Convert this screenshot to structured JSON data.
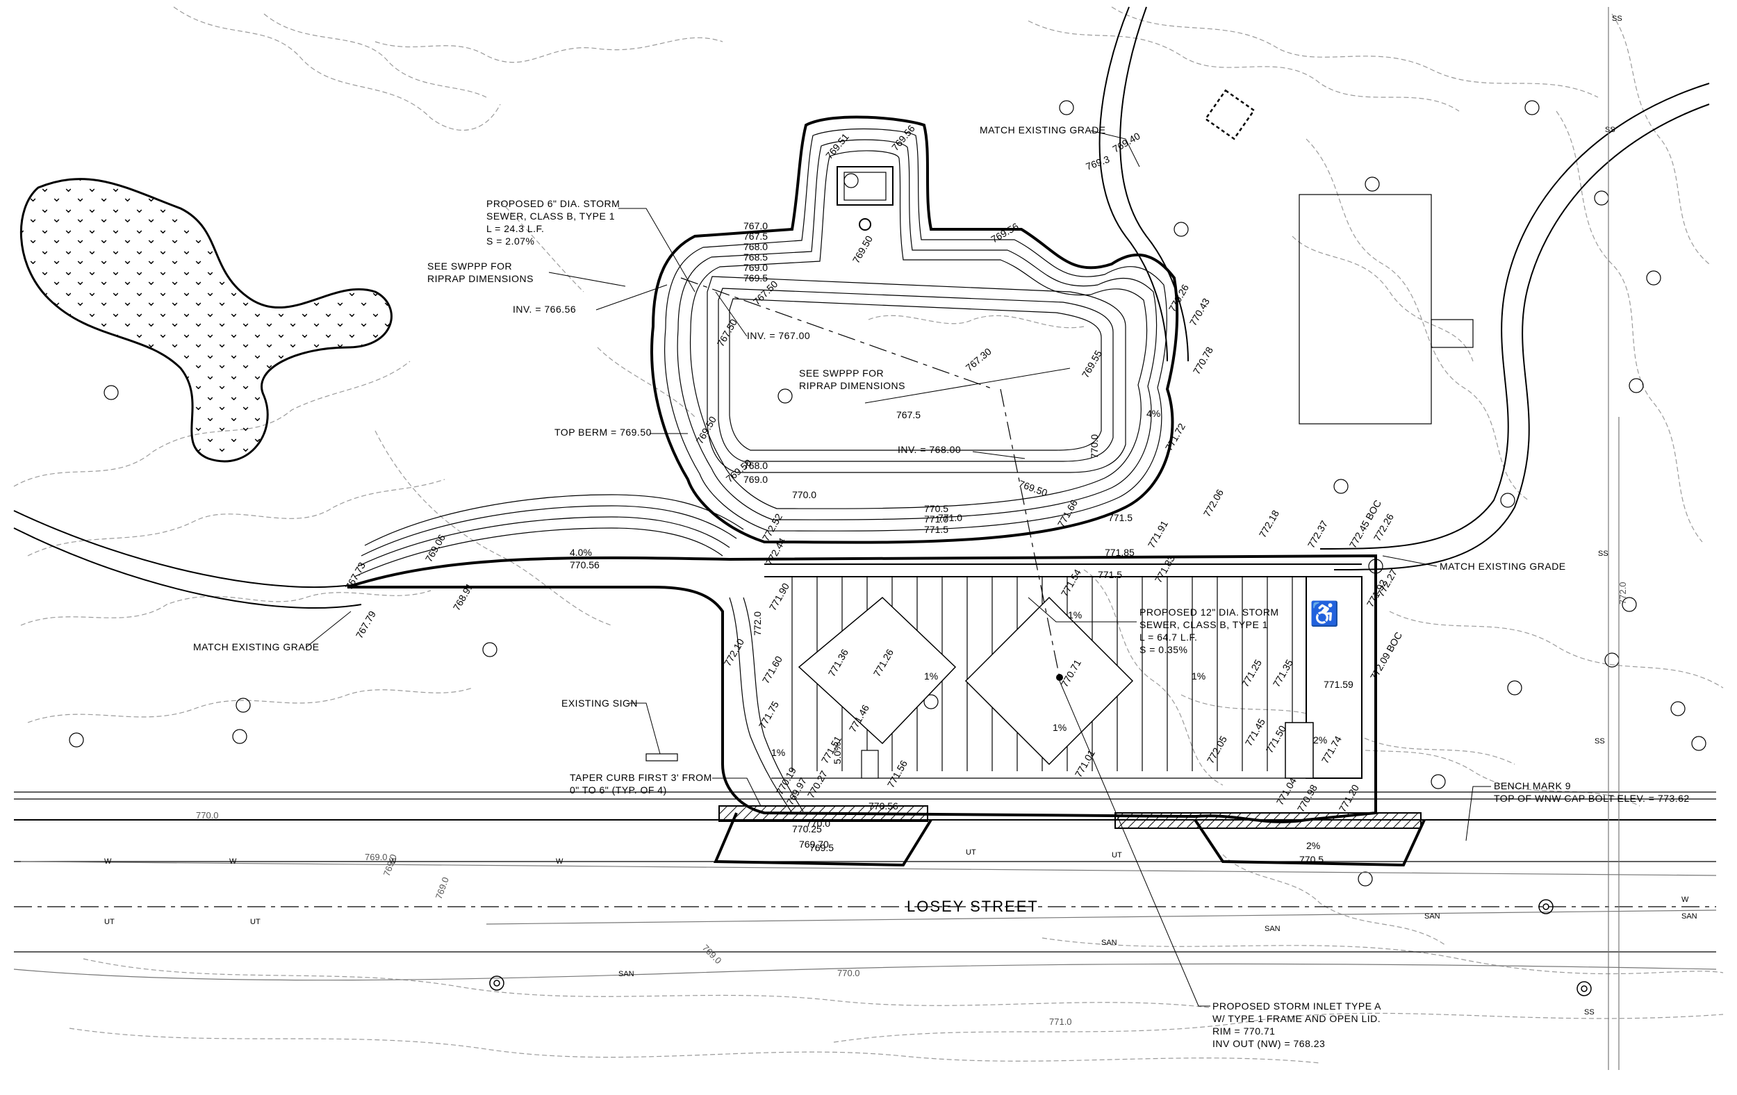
{
  "street_name": "LOSEY STREET",
  "notes": {
    "storm_6": [
      "PROPOSED 6\" DIA. STORM",
      "SEWER, CLASS B, TYPE 1",
      "L = 24.3 L.F.",
      "S = 2.07%"
    ],
    "swppp_1": [
      "SEE SWPPP FOR",
      "RIPRAP DIMENSIONS"
    ],
    "inv_1": "INV. = 766.56",
    "inv_2": "INV. = 767.00",
    "swppp_2": [
      "SEE SWPPP FOR",
      "RIPRAP DIMENSIONS"
    ],
    "top_berm": "TOP BERM = 769.50",
    "inv_3": "INV. = 768.00",
    "match_existing_top": "MATCH EXISTING GRADE",
    "match_existing_right": "MATCH EXISTING GRADE",
    "match_existing_left": "MATCH EXISTING GRADE",
    "storm_12": [
      "PROPOSED 12\" DIA. STORM",
      "SEWER, CLASS B, TYPE 1",
      "L = 64.7 L.F.",
      "S = 0.35%"
    ],
    "existing_sign": "EXISTING SIGN",
    "taper_curb": [
      "TAPER CURB FIRST 3' FROM",
      "0\" TO 6\" (TYP. OF 4)"
    ],
    "bench_mark": [
      "BENCH MARK 9",
      "TOP OF WNW CAP BOLT ELEV. = 773.62"
    ],
    "inlet": [
      "PROPOSED STORM INLET TYPE A",
      "W/ TYPE 1 FRAME AND OPEN LID.",
      "RIM = 770.71",
      "INV OUT (NW) = 768.23"
    ]
  },
  "spot_elevations": {
    "s1": "769.51",
    "s2": "769.56",
    "s3": "769.50",
    "s4": "769.56",
    "s5": "769.40",
    "s6": "769.3",
    "s7": "767.50",
    "s8": "767.50",
    "s9": "767.30",
    "s10": "769.50",
    "s11": "769.50",
    "s12": "769.50",
    "s13": "769.55",
    "s14": "770.78",
    "s15": "770.43",
    "s16": "770.26",
    "s17": "771.72",
    "s18": "772.06",
    "s19": "772.18",
    "s20": "772.37",
    "s21": "772.45 BOC",
    "s22": "772.26",
    "s23": "772.27",
    "s24": "771.92",
    "s25": "772.09 BOC",
    "s26": "771.85",
    "s27": "771.91",
    "s28": "771.83",
    "s29": "771.54",
    "s30": "771.66",
    "s31": "772.52",
    "s32": "772.44",
    "s33": "771.90",
    "s34": "772.10",
    "s35": "771.60",
    "s36": "771.75",
    "s37": "771.36",
    "s38": "771.26",
    "s39": "771.46",
    "s40": "771.51",
    "s41": "771.56",
    "s42": "771.25",
    "s43": "771.35",
    "s44": "771.45",
    "s45": "771.50",
    "s46": "771.59",
    "s47": "771.74",
    "s48": "770.71",
    "s49": "771.01",
    "s50": "772.05",
    "s51": "771.04",
    "s52": "770.98",
    "s53": "771.20",
    "s54": "770.19",
    "s55": "769.97",
    "s56": "770.27",
    "s57": "770.56",
    "s58": "767.73",
    "s59": "767.79",
    "s60": "768.91",
    "s61": "769.06",
    "s62": "770.56",
    "s63": "770.25",
    "s64": "769.70",
    "s65": "769.5",
    "s66": "770.5",
    "s67": "771.5",
    "s68": "771.0",
    "s69": "770.0",
    "s70": "772.0"
  },
  "contour_labels": {
    "c1": "767.0",
    "c2": "767.5",
    "c3": "768.0",
    "c4": "768.5",
    "c5": "769.0",
    "c6": "769.5",
    "c7": "770.0",
    "c8": "770.5",
    "c9": "771.0",
    "c10": "771.5",
    "c11": "767.5",
    "c12": "768.0",
    "c13": "769.0",
    "c14": "770.0",
    "c15": "769.0",
    "c16": "769.0",
    "c17": "769.0",
    "c18": "769.0",
    "c19": "770.0",
    "c20": "771.0",
    "c21": "772.0",
    "c22": "771.5",
    "c23": "770.0"
  },
  "slopes": {
    "p1": "1%",
    "p2": "1%",
    "p3": "1%",
    "p4": "1%",
    "p5": "1%",
    "p6": "2%",
    "p7": "4.0%",
    "p8": "4%",
    "p9": "2%",
    "p10": "5.0%"
  },
  "utilities": {
    "ut": "UT",
    "w": "W",
    "san": "SAN",
    "ss": "SS"
  }
}
